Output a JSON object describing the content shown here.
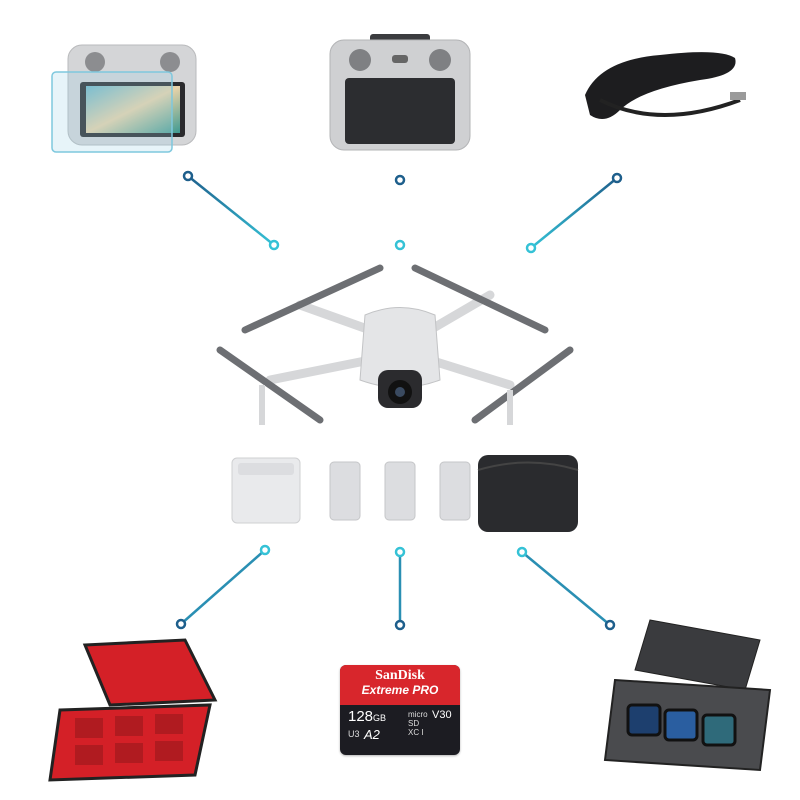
{
  "sd_card": {
    "brand": "SanDisk",
    "line": "Extreme PRO",
    "capacity": "128",
    "capacity_unit": "GB",
    "format": "micro SD XC I",
    "video_class": "V30",
    "uhs_class": "U3",
    "app_class": "A2"
  },
  "colors": {
    "connector_dark": "#1e5f8c",
    "connector_light": "#35c2d6",
    "sd_red": "#d8262c"
  }
}
